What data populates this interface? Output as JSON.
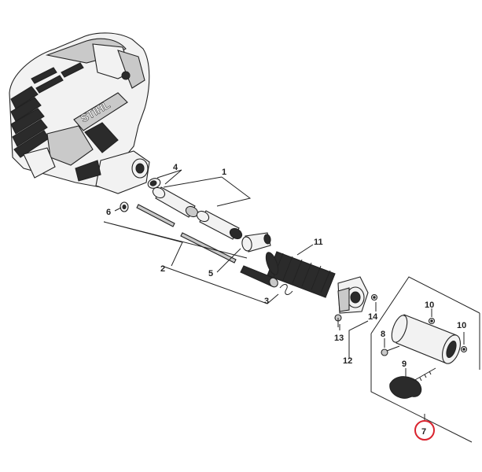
{
  "brand_text": "STIHL",
  "callouts": {
    "c1": "1",
    "c2": "2",
    "c3": "3",
    "c4": "4",
    "c5": "5",
    "c6": "6",
    "c7": "7",
    "c8": "8",
    "c9": "9",
    "c10a": "10",
    "c10b": "10",
    "c11": "11",
    "c12": "12",
    "c13": "13",
    "c14": "14"
  },
  "highlight_color": "#d9232e"
}
